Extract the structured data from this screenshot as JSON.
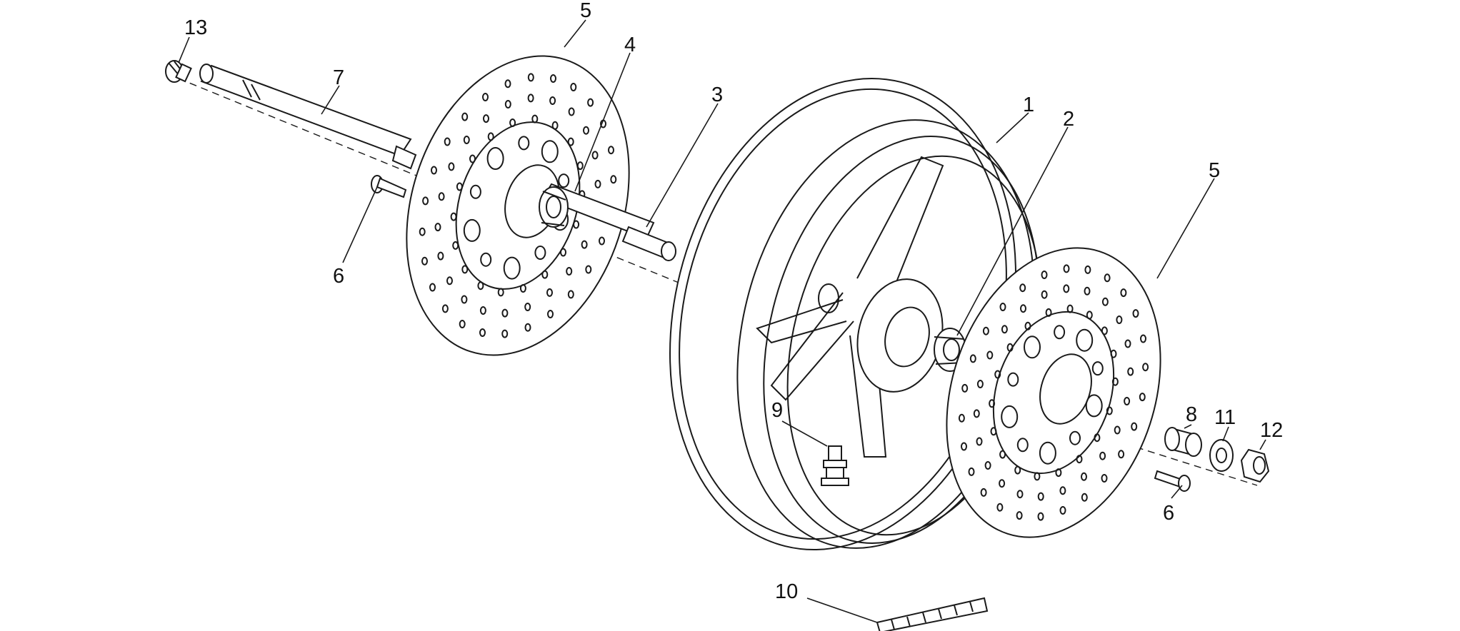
{
  "callouts": {
    "c1": "1",
    "c2": "2",
    "c3": "3",
    "c4": "4",
    "c5_left": "5",
    "c5_right": "5",
    "c6_left": "6",
    "c6_right": "6",
    "c7": "7",
    "c8": "8",
    "c9": "9",
    "c10": "10",
    "c11": "11",
    "c12": "12",
    "c13": "13"
  }
}
